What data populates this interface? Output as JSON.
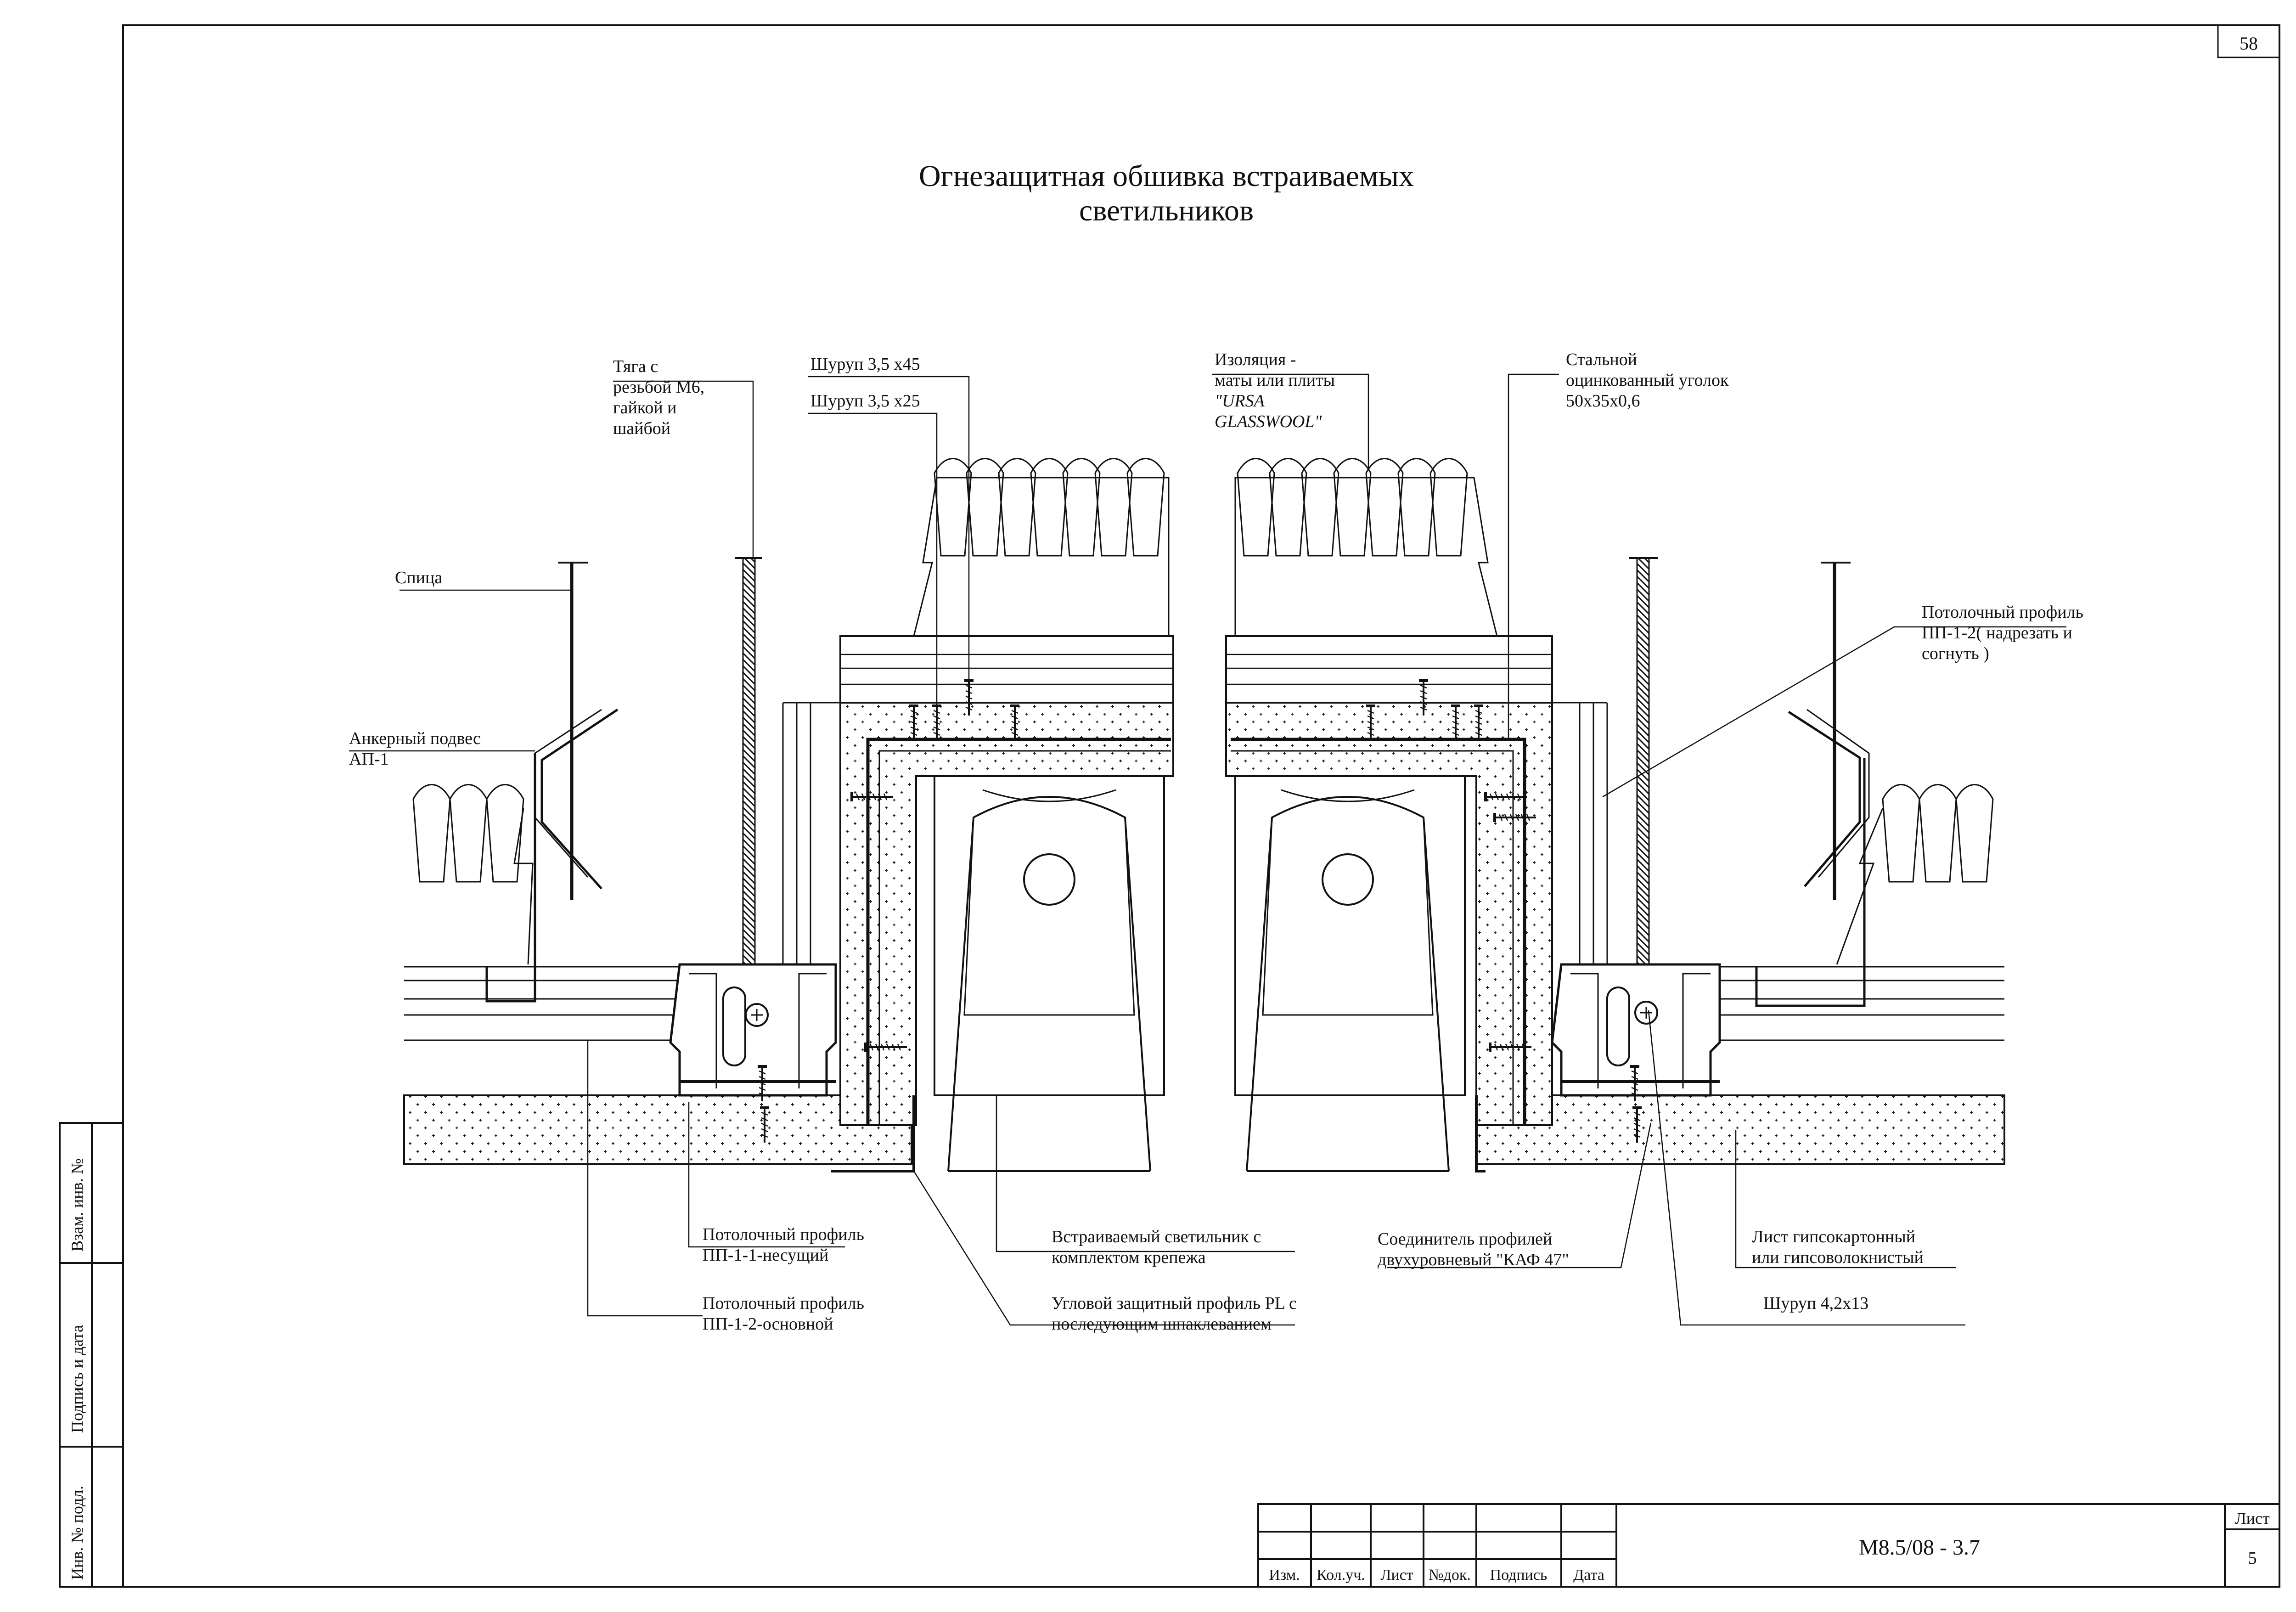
{
  "sheet": {
    "page_number": "58",
    "title_line1": "Огнезащитная обшивка встраиваемых",
    "title_line2": "светильников"
  },
  "labels": {
    "rod": [
      "Тяга с",
      "резьбой М6,",
      "гайкой и",
      "шайбой"
    ],
    "screw45": "Шуруп 3,5 х45",
    "screw25": "Шуруп 3,5 х25",
    "insulation": [
      "Изоляция -",
      "маты или плиты",
      "\"URSA",
      "GLASSWOOL\""
    ],
    "steel_angle": [
      "Стальной",
      "оцинкованный уголок",
      "50х35х0,6"
    ],
    "spoke": "Спица",
    "anchor": [
      "Анкерный подвес",
      "АП-1"
    ],
    "ceiling_profile_cut": [
      "Потолочный профиль",
      "ПП-1-2( надрезать и",
      "согнуть )"
    ],
    "bearing_profile": [
      "Потолочный профиль",
      "ПП-1-1-несущий"
    ],
    "main_profile": [
      "Потолочный профиль",
      "ПП-1-2-основной"
    ],
    "luminaire": [
      "Встраиваемый  светильник с",
      "комплектом крепежа"
    ],
    "corner_profile": [
      "Угловой защитный профиль PL с",
      "последующим шпаклеванием"
    ],
    "connector": [
      "Соединитель профилей",
      "двухуровневый \"КАФ 47\""
    ],
    "gypsum_sheet": [
      "Лист гипсокартонный",
      "или гипсоволокнистый"
    ],
    "screw42": "Шуруп 4,2х13"
  },
  "side_stamp": {
    "inv_no_orig": "Инв. № подл.",
    "sign_date": "Подпись и дата",
    "inv_no_repl": "Взам. инв. №"
  },
  "title_block": {
    "columns": [
      "Изм.",
      "Кол.уч.",
      "Лист",
      "№док.",
      "Подпись",
      "Дата"
    ],
    "doc_code": "М8.5/08 - 3.7",
    "sheet_label": "Лист",
    "sheet_no": "5"
  }
}
